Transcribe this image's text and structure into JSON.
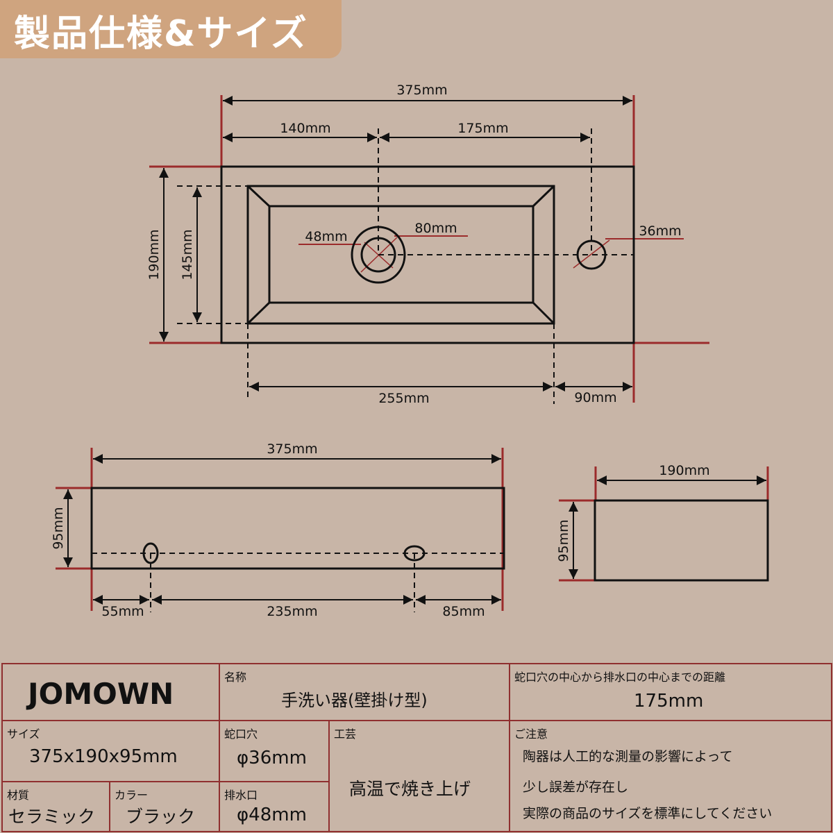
{
  "header": {
    "title": "製品仕様&サイズ"
  },
  "colors": {
    "background": "#c8b5a7",
    "header": "#cfa47f",
    "dimension_red": "#9b2b2b",
    "table_border": "#8f2f2f"
  },
  "top_view": {
    "total_width": "375mm",
    "left_to_drain": "140mm",
    "drain_to_faucet": "175mm",
    "total_depth": "190mm",
    "basin_depth": "145mm",
    "drain_inner": "48mm",
    "drain_outer": "80mm",
    "faucet_hole": "36mm",
    "basin_width": "255mm",
    "right_margin": "90mm"
  },
  "front_view": {
    "width": "375mm",
    "height": "95mm",
    "left": "55mm",
    "middle": "235mm",
    "right": "85mm"
  },
  "side_view": {
    "width": "190mm",
    "height": "95mm"
  },
  "table": {
    "brand": "JOMOWN",
    "name_label": "名称",
    "name_value": "手洗い器(壁掛け型)",
    "distance_label": "蛇口穴の中心から排水口の中心までの距離",
    "distance_value": "175mm",
    "size_label": "サイズ",
    "size_value": "375x190x95mm",
    "faucet_label": "蛇口穴",
    "faucet_value": "φ36mm",
    "drain_label": "排水口",
    "drain_value": "φ48mm",
    "craft_label": "工芸",
    "craft_value": "高温で焼き上げ",
    "material_label": "材質",
    "material_value": "セラミック",
    "color_label": "カラー",
    "color_value": "ブラック",
    "notice_label": "ご注意",
    "notice_lines": [
      "陶器は人工的な測量の影響によって",
      "少し誤差が存在し",
      "実際の商品のサイズを標準にしてください"
    ]
  }
}
